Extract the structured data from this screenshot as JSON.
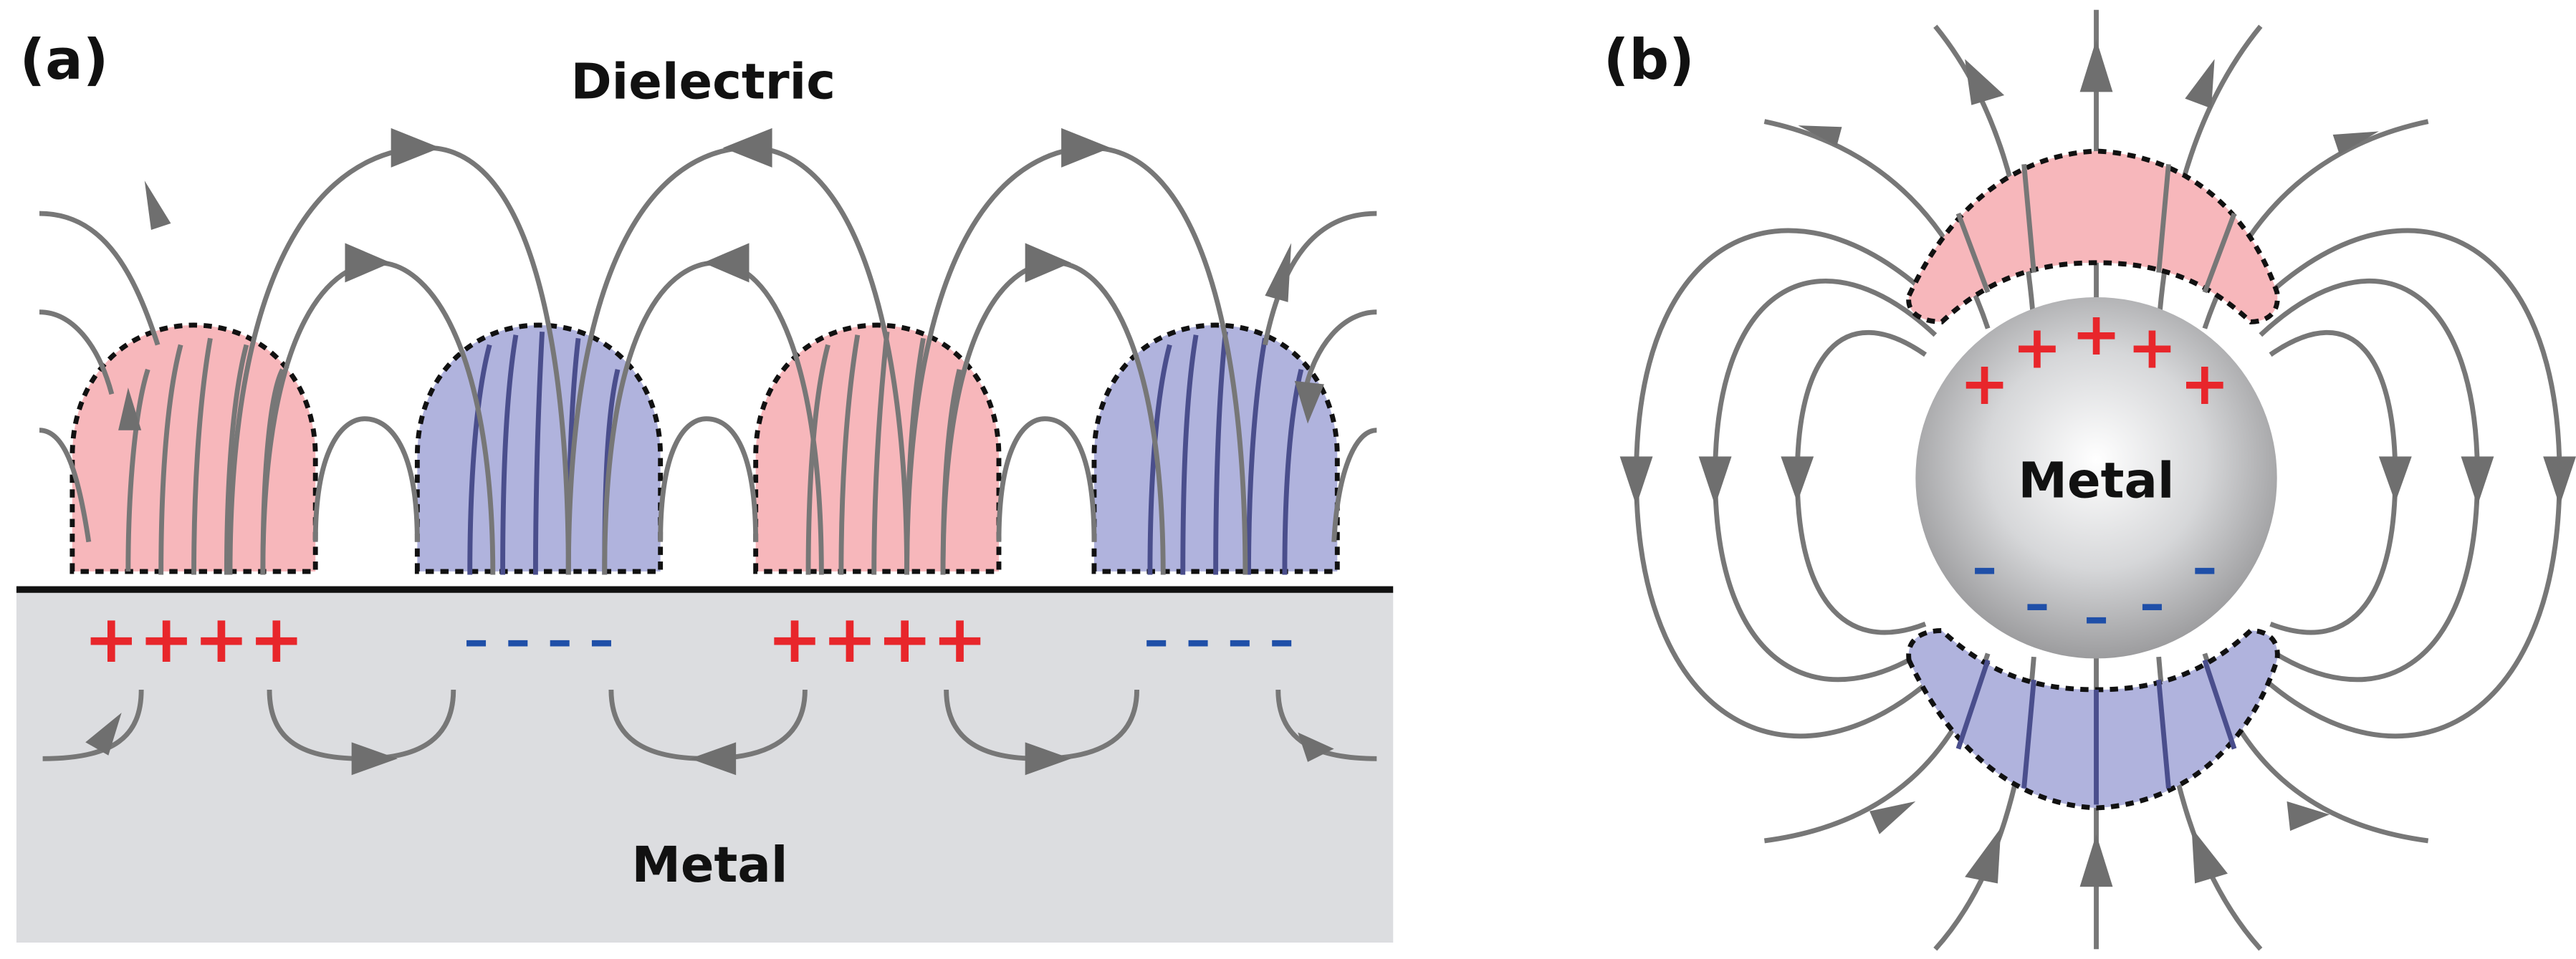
{
  "panel_a": {
    "tag": "(a)",
    "upper_label": "Dielectric",
    "lower_label": "Metal",
    "charge_groups": [
      "++++",
      "– – – –",
      "++++",
      "– – – –"
    ]
  },
  "panel_b": {
    "tag": "(b)",
    "sphere_label": "Metal",
    "plus_signs": [
      "+",
      "+",
      "+",
      "+",
      "+",
      "+"
    ],
    "minus_signs": [
      "–",
      "–",
      "–",
      "–",
      "–",
      "–"
    ]
  },
  "colors": {
    "positive_region": "#f7b7bb",
    "negative_region": "#b0b3dd",
    "field_line": "#7a7a7a",
    "metal_slab": "#dcdde0",
    "plus_sign": "#e8262b",
    "minus_sign": "#1f4fa8",
    "region_outline": "#111111"
  }
}
